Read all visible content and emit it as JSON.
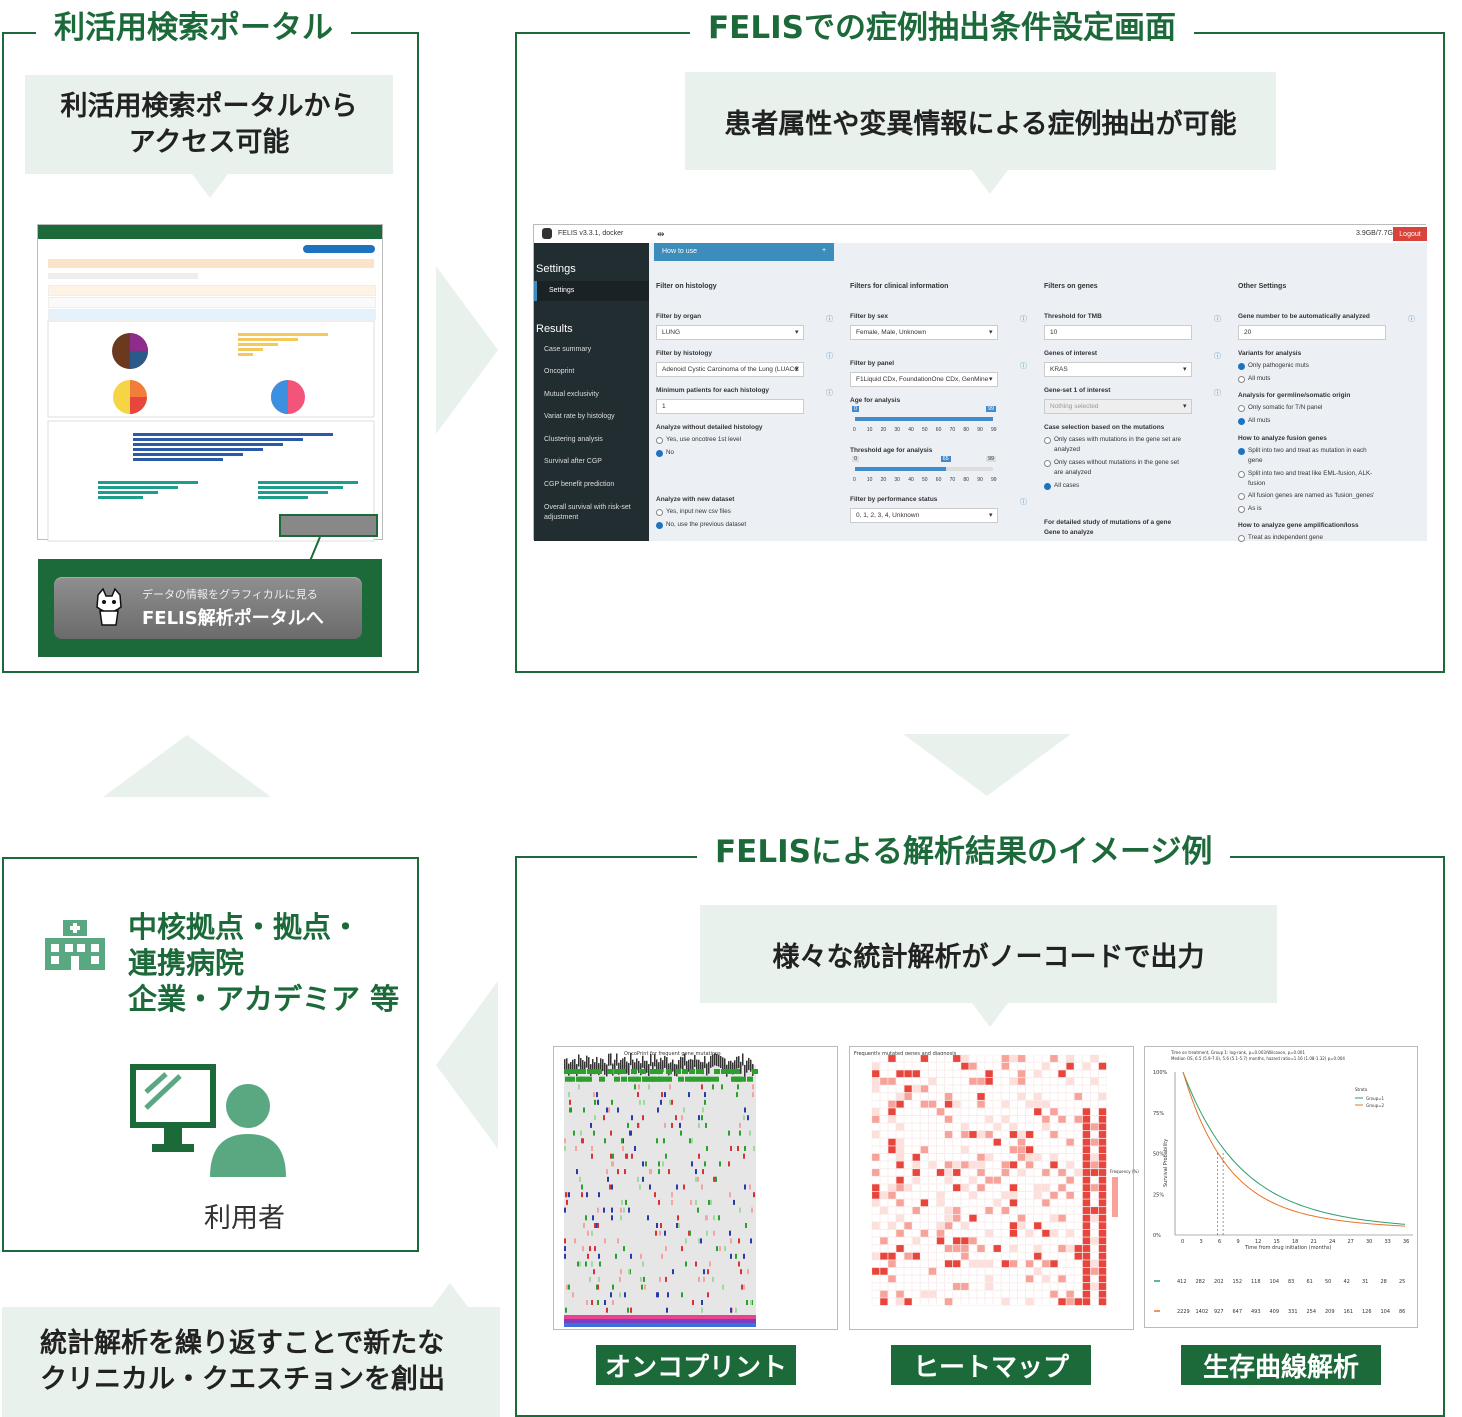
{
  "panel_portal": {
    "title": "利活用検索ポータル",
    "bubble_line1": "利活用検索ポータルから",
    "bubble_line2": "アクセス可能",
    "button_caption": "データの情報をグラフィカルに見る",
    "button_label": "FELIS解析ポータルへ"
  },
  "panel_settings": {
    "title": "FELISでの症例抽出条件設定画面",
    "bubble": "患者属性や変異情報による症例抽出が可能",
    "app": {
      "name": "FELIS v3.3.1, docker",
      "memory": "3.9GB/7.7GB",
      "logout": "Logout",
      "how_to_use": "How to use",
      "sidebar_settings_head": "Settings",
      "sidebar_settings_item": "Settings",
      "sidebar_results_head": "Results",
      "sidebar_items": [
        "Case summary",
        "Oncoprint",
        "Mutual exclusivity",
        "Variat rate by histology",
        "Clustering analysis",
        "Survival after CGP",
        "CGP benefit prediction",
        "Overall survival with risk-set adjustment"
      ],
      "col1": {
        "head": "Filter on histology",
        "organ_label": "Filter by organ",
        "organ_value": "LUNG",
        "histology_label": "Filter by histology",
        "histology_value": "Adenoid Cystic Carcinoma of the Lung (LUACC",
        "minpat_label": "Minimum patients for each histology",
        "minpat_value": "1",
        "detail_label": "Analyze without detailed histology",
        "detail_opt1": "Yes, use oncotree 1st level",
        "detail_opt2": "No",
        "dataset_label": "Analyze with new dataset",
        "dataset_opt1": "Yes, input new csv files",
        "dataset_opt2": "No, use the previous dataset"
      },
      "col2": {
        "head": "Filters for clinical information",
        "sex_label": "Filter by sex",
        "sex_value": "Female, Male, Unknown",
        "panel_label": "Filter by panel",
        "panel_value": "F1Liquid CDx, FoundationOne CDx, GenMine",
        "age_label": "Age for analysis",
        "age_min": "0",
        "age_max": "99",
        "thr_label": "Threshold age for analysis",
        "thr_min": "0",
        "thr_val": "65",
        "thr_max": "99",
        "ps_label": "Filter by performance status",
        "ps_value": "0, 1, 2, 3, 4, Unknown",
        "ticks": [
          "0",
          "10",
          "20",
          "30",
          "40",
          "50",
          "60",
          "70",
          "80",
          "90",
          "99"
        ]
      },
      "col3": {
        "head": "Filters on genes",
        "tmb_label": "Threshold for TMB",
        "tmb_value": "10",
        "goi_label": "Genes of interest",
        "goi_value": "KRAS",
        "gs_label": "Gene-set 1 of interest",
        "gs_value": "Nothing selected",
        "case_label": "Case selection based on the mutations",
        "case_opt1a": "Only cases with mutations in the gene set are",
        "case_opt1b": "analyzed",
        "case_opt2a": "Only cases without mutations in the gene set",
        "case_opt2b": "are analyzed",
        "case_opt3": "All cases",
        "detail_a": "For detailed study of mutations of a gene",
        "detail_b": "Gene to analyze"
      },
      "col4": {
        "head": "Other Settings",
        "gn_label": "Gene number to be automatically analyzed",
        "gn_value": "20",
        "var_label": "Variants for analysis",
        "var_opt1": "Only pathogenic muts",
        "var_opt2": "All muts",
        "germ_label": "Analysis for germline/somatic origin",
        "germ_opt1": "Only somatic for T/N panel",
        "germ_opt2": "All muts",
        "fus_label": "How to analyze fusion genes",
        "fus_opt1a": "Split into two and treat as mutation in each",
        "fus_opt1b": "gene",
        "fus_opt2a": "Split into two and treat like EML-fusion, ALK-",
        "fus_opt2b": "fusion",
        "fus_opt3": "All fusion genes are named as 'fusion_genes'",
        "fus_opt4": "As is",
        "amp_label": "How to analyze gene amplification/loss",
        "amp_opt1": "Treat as independent gene"
      }
    }
  },
  "panel_results": {
    "title": "FELISによる解析結果のイメージ例",
    "bubble": "様々な統計解析がノーコードで出力",
    "labels": [
      "オンコプリント",
      "ヒートマップ",
      "生存曲線解析"
    ],
    "km": {
      "title_line1": "Time on treatment, Group 1: log-rank, p=0.003/Wilcoxon, p=0.001",
      "title_line2": "Median OS, 6.5 (5.9-7.0), 5.6 (5.1-5.7) months, hazard ratio=1.16 (1.08-1.32) p=0.004",
      "ylabel": "Survival Probability",
      "xlabel": "Time from drug initiation (months)",
      "yticks": [
        "100%",
        "75%",
        "50%",
        "25%",
        "0%"
      ],
      "xticks": [
        "0",
        "3",
        "6",
        "9",
        "12",
        "15",
        "18",
        "21",
        "24",
        "27",
        "30",
        "33",
        "36"
      ],
      "legend_title": "Strata",
      "legend_items": [
        "Group=1",
        "Group=2"
      ],
      "risk_row1": [
        "412",
        "282",
        "202",
        "152",
        "118",
        "104",
        "83",
        "61",
        "50",
        "42",
        "31",
        "28",
        "25"
      ],
      "risk_row2": [
        "2229",
        "1402",
        "927",
        "647",
        "493",
        "409",
        "331",
        "254",
        "209",
        "161",
        "126",
        "104",
        "86"
      ],
      "colors": [
        "#2e9e6a",
        "#e8742a"
      ]
    },
    "heatmap_title": "Frequently mutated genes and diagnosis",
    "heatmap_legend": "Frequency (%)",
    "oncoprint_title": "OncoPrint for frequent gene mutations"
  },
  "panel_users": {
    "line1": "中核拠点・拠点・",
    "line2": "連携病院",
    "line3": "企業・アカデミア 等",
    "user_label": "利用者"
  },
  "bottom_note": {
    "line1": "統計解析を繰り返すことで新たな",
    "line2": "クリニカル・クエスチョンを創出"
  },
  "colors": {
    "green": "#1c6a3a",
    "light": "#e9f1ec",
    "icon": "#5aa882"
  }
}
